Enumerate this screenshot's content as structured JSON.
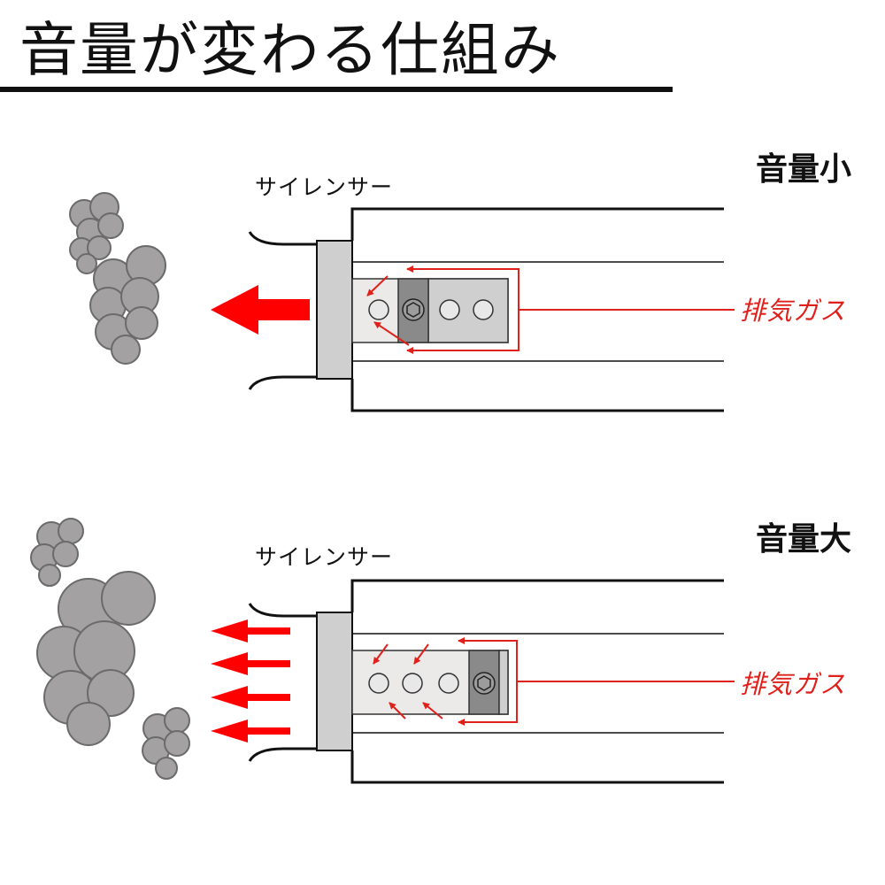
{
  "title": "音量が変わる仕組み",
  "panels": [
    {
      "level_label": "音量小",
      "silencer_label": "サイレンサー",
      "gas_label": "排気ガス"
    },
    {
      "level_label": "音量大",
      "silencer_label": "サイレンサー",
      "gas_label": "排気ガス"
    }
  ],
  "colors": {
    "exhaust_arrow": "#ff0000",
    "gas_line": "#e0201a",
    "smoke": "#a3a1a1",
    "baffle": "#cfcfcf",
    "baffle_dark": "#8a8a8a",
    "outline": "#111111"
  },
  "icons": [
    "smoke-cloud-icon",
    "exhaust-arrow-icon",
    "hex-bolt-icon"
  ]
}
